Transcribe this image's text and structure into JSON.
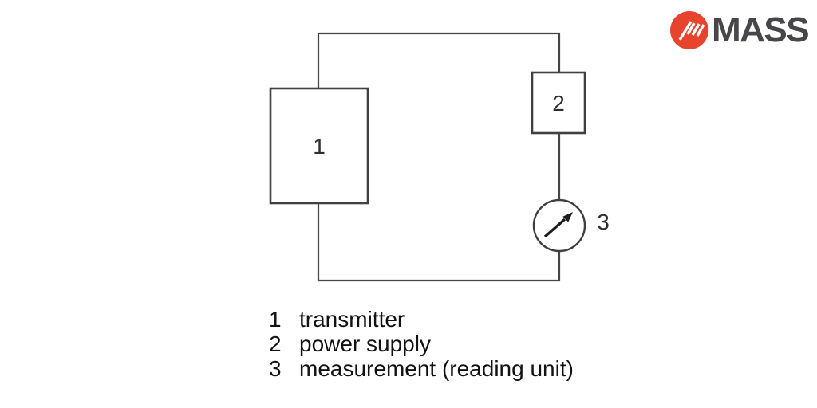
{
  "logo": {
    "text": "MASS",
    "icon": "mass-stripes-circle-icon"
  },
  "colors": {
    "logo_red": "#E8432D",
    "logo_text": "#47474B",
    "line": "#454547",
    "text": "#121212"
  },
  "diagram": {
    "type": "circuit-loop",
    "label_1": "1",
    "label_2": "2",
    "label_3": "3"
  },
  "legend": {
    "items": [
      {
        "number": "1",
        "label": "transmitter"
      },
      {
        "number": "2",
        "label": "power supply"
      },
      {
        "number": "3",
        "label": "measurement (reading unit)"
      }
    ]
  }
}
